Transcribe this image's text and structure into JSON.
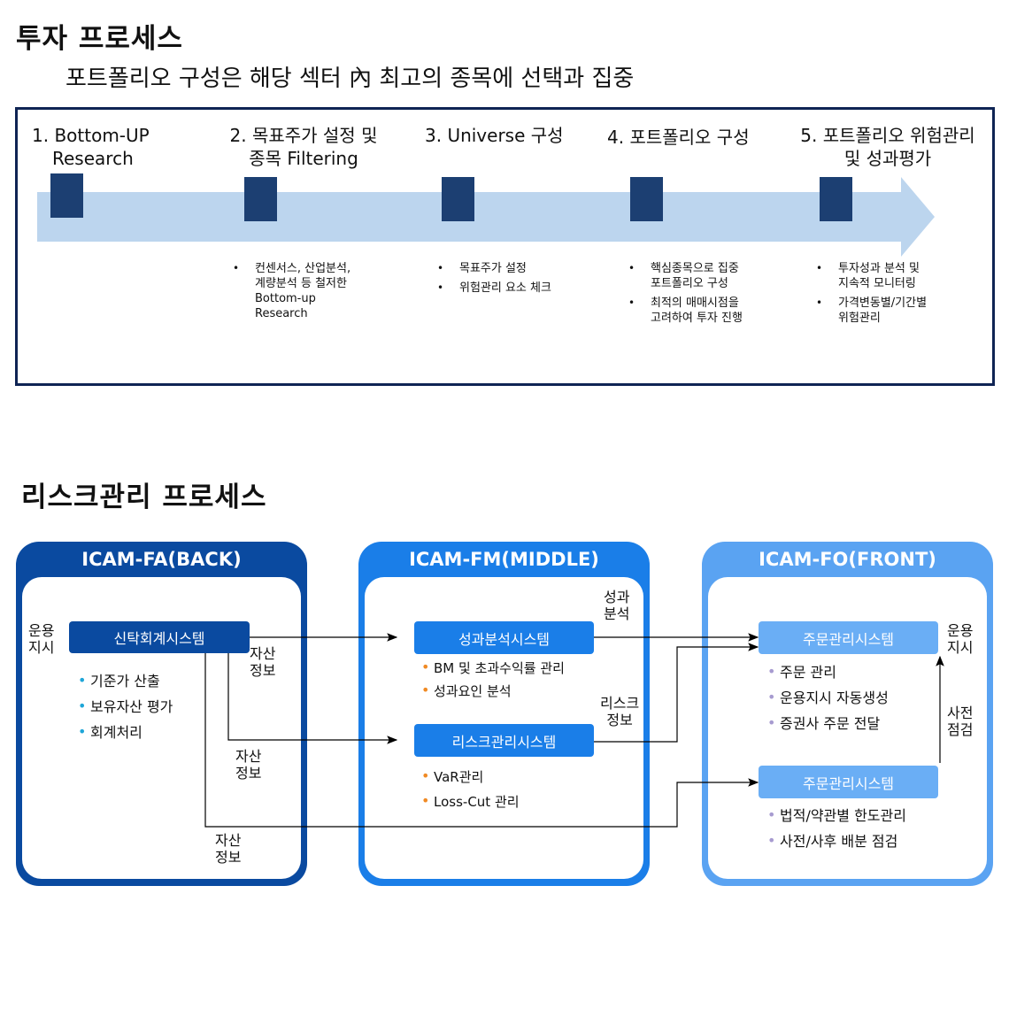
{
  "invest": {
    "title": "투자 프로세스",
    "subtitle": "포트폴리오 구성은 해당 섹터 內 최고의 종목에 선택과 집중",
    "steps": [
      {
        "title_lines": [
          "1. Bottom-UP",
          "Research"
        ],
        "bullets": []
      },
      {
        "title_lines": [
          "2. 목표주가 설정 및",
          "종목 Filtering"
        ],
        "bullets": [
          "컨센서스, 산업분석,\n계량분석 등 철저한\nBottom-up\nResearch"
        ]
      },
      {
        "title_lines": [
          "3. Universe 구성",
          ""
        ],
        "bullets": [
          "목표주가 설정",
          "위험관리 요소 체크"
        ]
      },
      {
        "title_lines": [
          "4. 포트폴리오 구성",
          ""
        ],
        "bullets": [
          "핵심종목으로 집중\n포트폴리오 구성",
          "최적의 매매시점을\n고려하여 투자 진행"
        ]
      },
      {
        "title_lines": [
          "5. 포트폴리오 위험관리",
          "및 성과평가"
        ],
        "bullets": [
          "투자성과 분석 및\n지속적 모니터링",
          "가격변동별/기간별\n위험관리"
        ]
      }
    ]
  },
  "risk": {
    "title": "리스크관리 프로세스",
    "colors": {
      "back": "#0a4aa0",
      "middle": "#1a7ee8",
      "front": "#5aa3f2",
      "front_box": "#6aaef5"
    },
    "back": {
      "title": "ICAM-FA(BACK)",
      "system": "신탁회계시스템",
      "side_label": "운용\n지시",
      "items": [
        "기준가 산출",
        "보유자산 평가",
        "회계처리"
      ],
      "flow_labels": [
        "자산\n정보",
        "자산\n정보",
        "자산\n정보"
      ]
    },
    "middle": {
      "title": "ICAM-FM(MIDDLE)",
      "perf_system": "성과분석시스템",
      "perf_items": [
        "BM 및 초과수익률 관리",
        "성과요인 분석"
      ],
      "risk_system": "리스크관리시스템",
      "risk_items": [
        "VaR관리",
        "Loss-Cut 관리"
      ],
      "flow_labels": [
        "성과\n분석",
        "리스크\n정보"
      ]
    },
    "front": {
      "title": "ICAM-FO(FRONT)",
      "order_system": "주문관리시스템",
      "order_items": [
        "주문 관리",
        "운용지시 자동생성",
        "증권사 주문 전달"
      ],
      "check_system": "주문관리시스템",
      "check_items": [
        "법적/약관별 한도관리",
        "사전/사후 배분 점검"
      ],
      "side_labels": [
        "운용\n지시",
        "사전\n점검"
      ]
    }
  }
}
